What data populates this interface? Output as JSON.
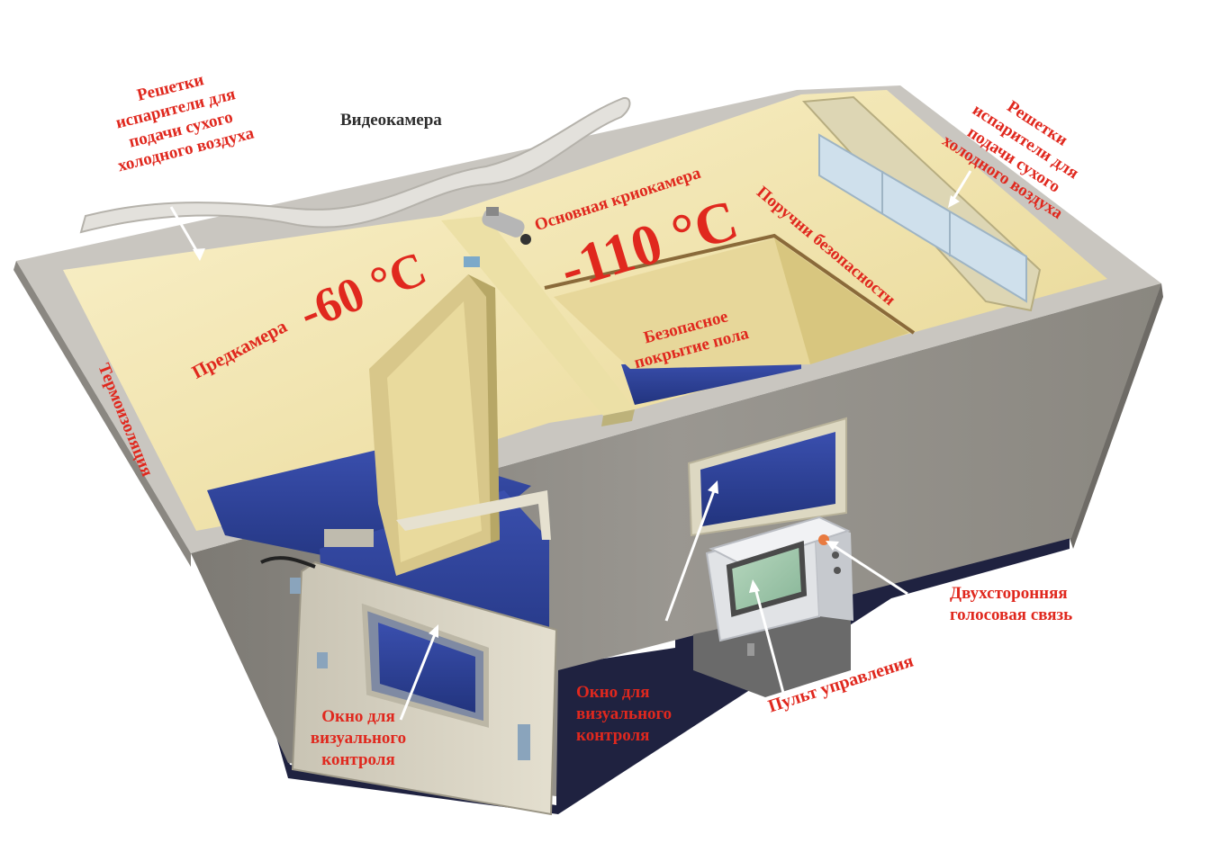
{
  "labels": {
    "grilles_left": "Решетки испарители для подачи сухого холодного воздуха",
    "grilles_right": "Решетки испарители для подачи сухого холодного воздуха",
    "camera": "Видеокамера",
    "main_chamber": "Основная криокамера",
    "main_temp": "-110 °C",
    "pre_chamber": "Предкамера",
    "pre_temp": "-60 °C",
    "handrails": "Поручни безопасности",
    "safe_floor": "Безопасное покрытие пола",
    "insulation": "Термоизоляция",
    "window_door": "Окно для визуального контроля",
    "window_wall": "Окно для визуального контроля",
    "control_panel": "Пульт управления",
    "voice": "Двухсторонняя голосовая связь"
  },
  "colors": {
    "label_red": "#e0281e",
    "label_dark": "#2e2e2e",
    "wall_gray": "#8e8b86",
    "interior_cream": "#f2e6b4",
    "floor_blue": "#2b3f9a"
  }
}
